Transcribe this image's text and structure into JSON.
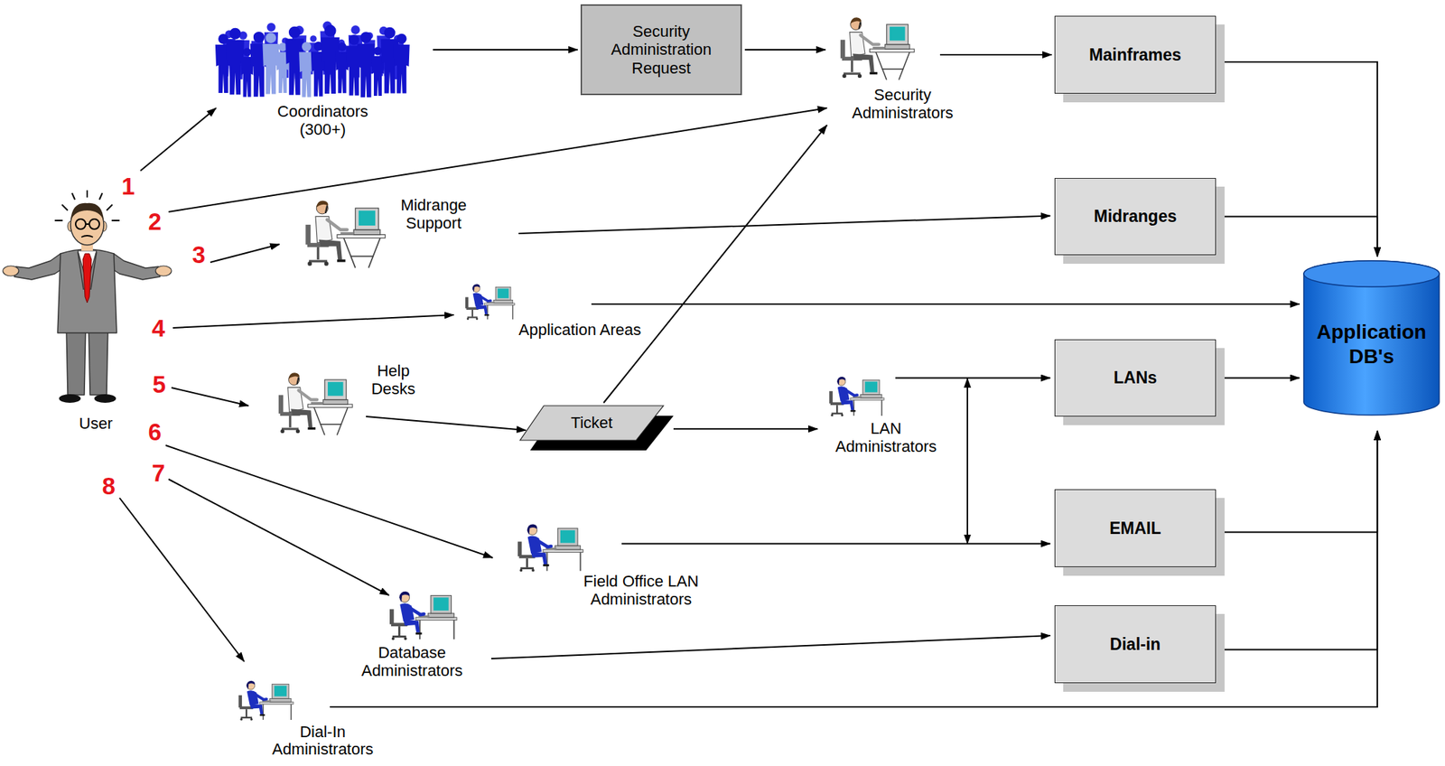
{
  "diagram": {
    "nodes": [
      {
        "text": [
          "User"
        ]
      },
      {
        "text": [
          "Coordinators (300+)"
        ]
      },
      {
        "text": [
          "Security Administration Request"
        ]
      },
      {
        "text": [
          "Security Administrators"
        ]
      },
      {
        "text": [
          "Mainframes"
        ]
      },
      {
        "text": [
          "Midrange Support"
        ]
      },
      {
        "text": [
          "Midranges"
        ]
      },
      {
        "text": [
          "Application Areas"
        ]
      },
      {
        "text": [
          "Application DB's"
        ]
      },
      {
        "text": [
          "Help Desks"
        ]
      },
      {
        "text": [
          "Ticket"
        ]
      },
      {
        "text": [
          "LAN Administrators"
        ]
      },
      {
        "text": [
          "LANs"
        ]
      },
      {
        "text": [
          "EMAIL"
        ]
      },
      {
        "text": [
          "Field Office LAN Administrators"
        ]
      },
      {
        "text": [
          "Database Administrators"
        ]
      },
      {
        "text": [
          "Dial-in"
        ]
      },
      {
        "text": [
          "Dial-In Administrators"
        ]
      }
    ],
    "edges": [
      {
        "from": 0,
        "to": 1,
        "arrow": "to",
        "label": "1"
      },
      {
        "from": 0,
        "to": 3,
        "arrow": "to",
        "label": "2"
      },
      {
        "from": 0,
        "to": 5,
        "arrow": "to",
        "label": "3"
      },
      {
        "from": 0,
        "to": 7,
        "arrow": "to",
        "label": "4"
      },
      {
        "from": 0,
        "to": 9,
        "arrow": "to",
        "label": "5"
      },
      {
        "from": 0,
        "to": 14,
        "arrow": "to",
        "label": "6"
      },
      {
        "from": 0,
        "to": 15,
        "arrow": "to",
        "label": "7"
      },
      {
        "from": 0,
        "to": 17,
        "arrow": "to",
        "label": "8"
      },
      {
        "from": 1,
        "to": 2,
        "arrow": "to"
      },
      {
        "from": 2,
        "to": 3,
        "arrow": "to"
      },
      {
        "from": 3,
        "to": 4,
        "arrow": "to"
      },
      {
        "from": 4,
        "to": 8,
        "arrow": "to"
      },
      {
        "from": 5,
        "to": 6,
        "arrow": "to"
      },
      {
        "from": 6,
        "to": 8,
        "arrow": "to"
      },
      {
        "from": 7,
        "to": 8,
        "arrow": "to"
      },
      {
        "from": 9,
        "to": 10,
        "arrow": "to"
      },
      {
        "from": 10,
        "to": 3,
        "arrow": "to"
      },
      {
        "from": 10,
        "to": 11,
        "arrow": "to"
      },
      {
        "from": 11,
        "to": 12,
        "arrow": "to"
      },
      {
        "from": 12,
        "to": 8,
        "arrow": "to"
      },
      {
        "from": 11,
        "to": 13,
        "arrow": "both"
      },
      {
        "from": 14,
        "to": 13,
        "arrow": "to"
      },
      {
        "from": 13,
        "to": 8,
        "arrow": "to"
      },
      {
        "from": 15,
        "to": 16,
        "arrow": "to"
      },
      {
        "from": 16,
        "to": 8,
        "arrow": "to"
      },
      {
        "from": 17,
        "to": 8,
        "arrow": "to"
      }
    ]
  }
}
